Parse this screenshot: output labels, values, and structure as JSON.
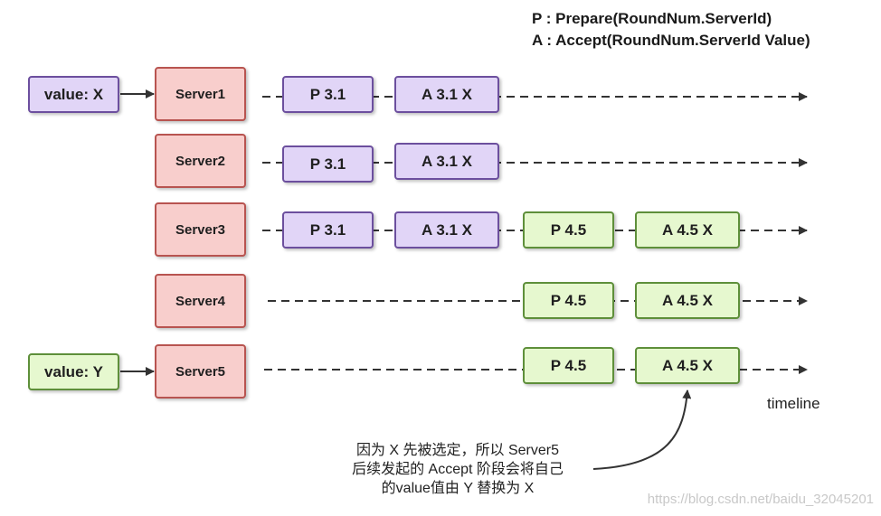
{
  "legend": {
    "prepare": "P : Prepare(RoundNum.ServerId)",
    "accept": "A : Accept(RoundNum.ServerId Value)"
  },
  "inputs": {
    "value_x": "value: X",
    "value_y": "value: Y"
  },
  "servers": [
    "Server1",
    "Server2",
    "Server3",
    "Server4",
    "Server5"
  ],
  "messages": {
    "p31": "P 3.1",
    "a31": "A 3.1 X",
    "p45": "P 4.5",
    "a45": "A 4.5 X"
  },
  "timeline_label": "timeline",
  "annotation": [
    "因为 X 先被选定，所以 Server5",
    "后续发起的 Accept 阶段会将自己",
    "的value值由 Y 替换为 X"
  ],
  "watermark": "https://blog.csdn.net/baidu_32045201",
  "colors": {
    "server_fill": "#f8cecc",
    "server_border": "#b85450",
    "round31_fill": "#e1d5f7",
    "round31_border": "#6c4f9e",
    "round45_fill": "#e6f8cf",
    "round45_border": "#5e8f3a"
  }
}
